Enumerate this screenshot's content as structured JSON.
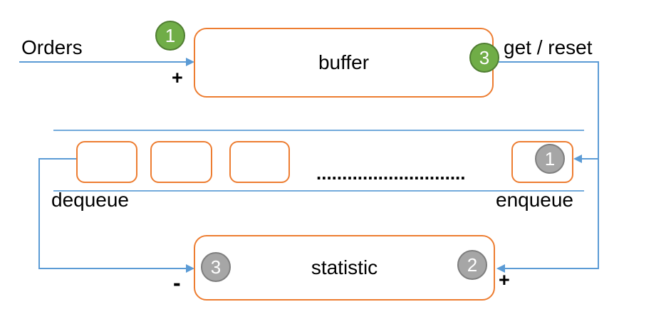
{
  "labels": {
    "orders": "Orders",
    "plus_in": "+",
    "buffer": "buffer",
    "get_reset": "get / reset",
    "dequeue": "dequeue",
    "enqueue": "enqueue",
    "dots": ".............................",
    "statistic": "statistic",
    "minus_out": "-",
    "plus_enqueue": "+"
  },
  "badges": {
    "green_input": "1",
    "green_output": "3",
    "gray_enqueue": "1",
    "gray_statistic_plus": "2",
    "gray_statistic_minus": "3"
  },
  "colors": {
    "box_border_orange": "#ED7D31",
    "arrow_blue": "#5B9BD5",
    "badge_green_fill": "#70AD47",
    "badge_green_border": "#507E32",
    "badge_gray_fill": "#A6A6A6",
    "badge_gray_border": "#7F7F7F",
    "text": "#000000",
    "background": "#FFFFFF"
  }
}
